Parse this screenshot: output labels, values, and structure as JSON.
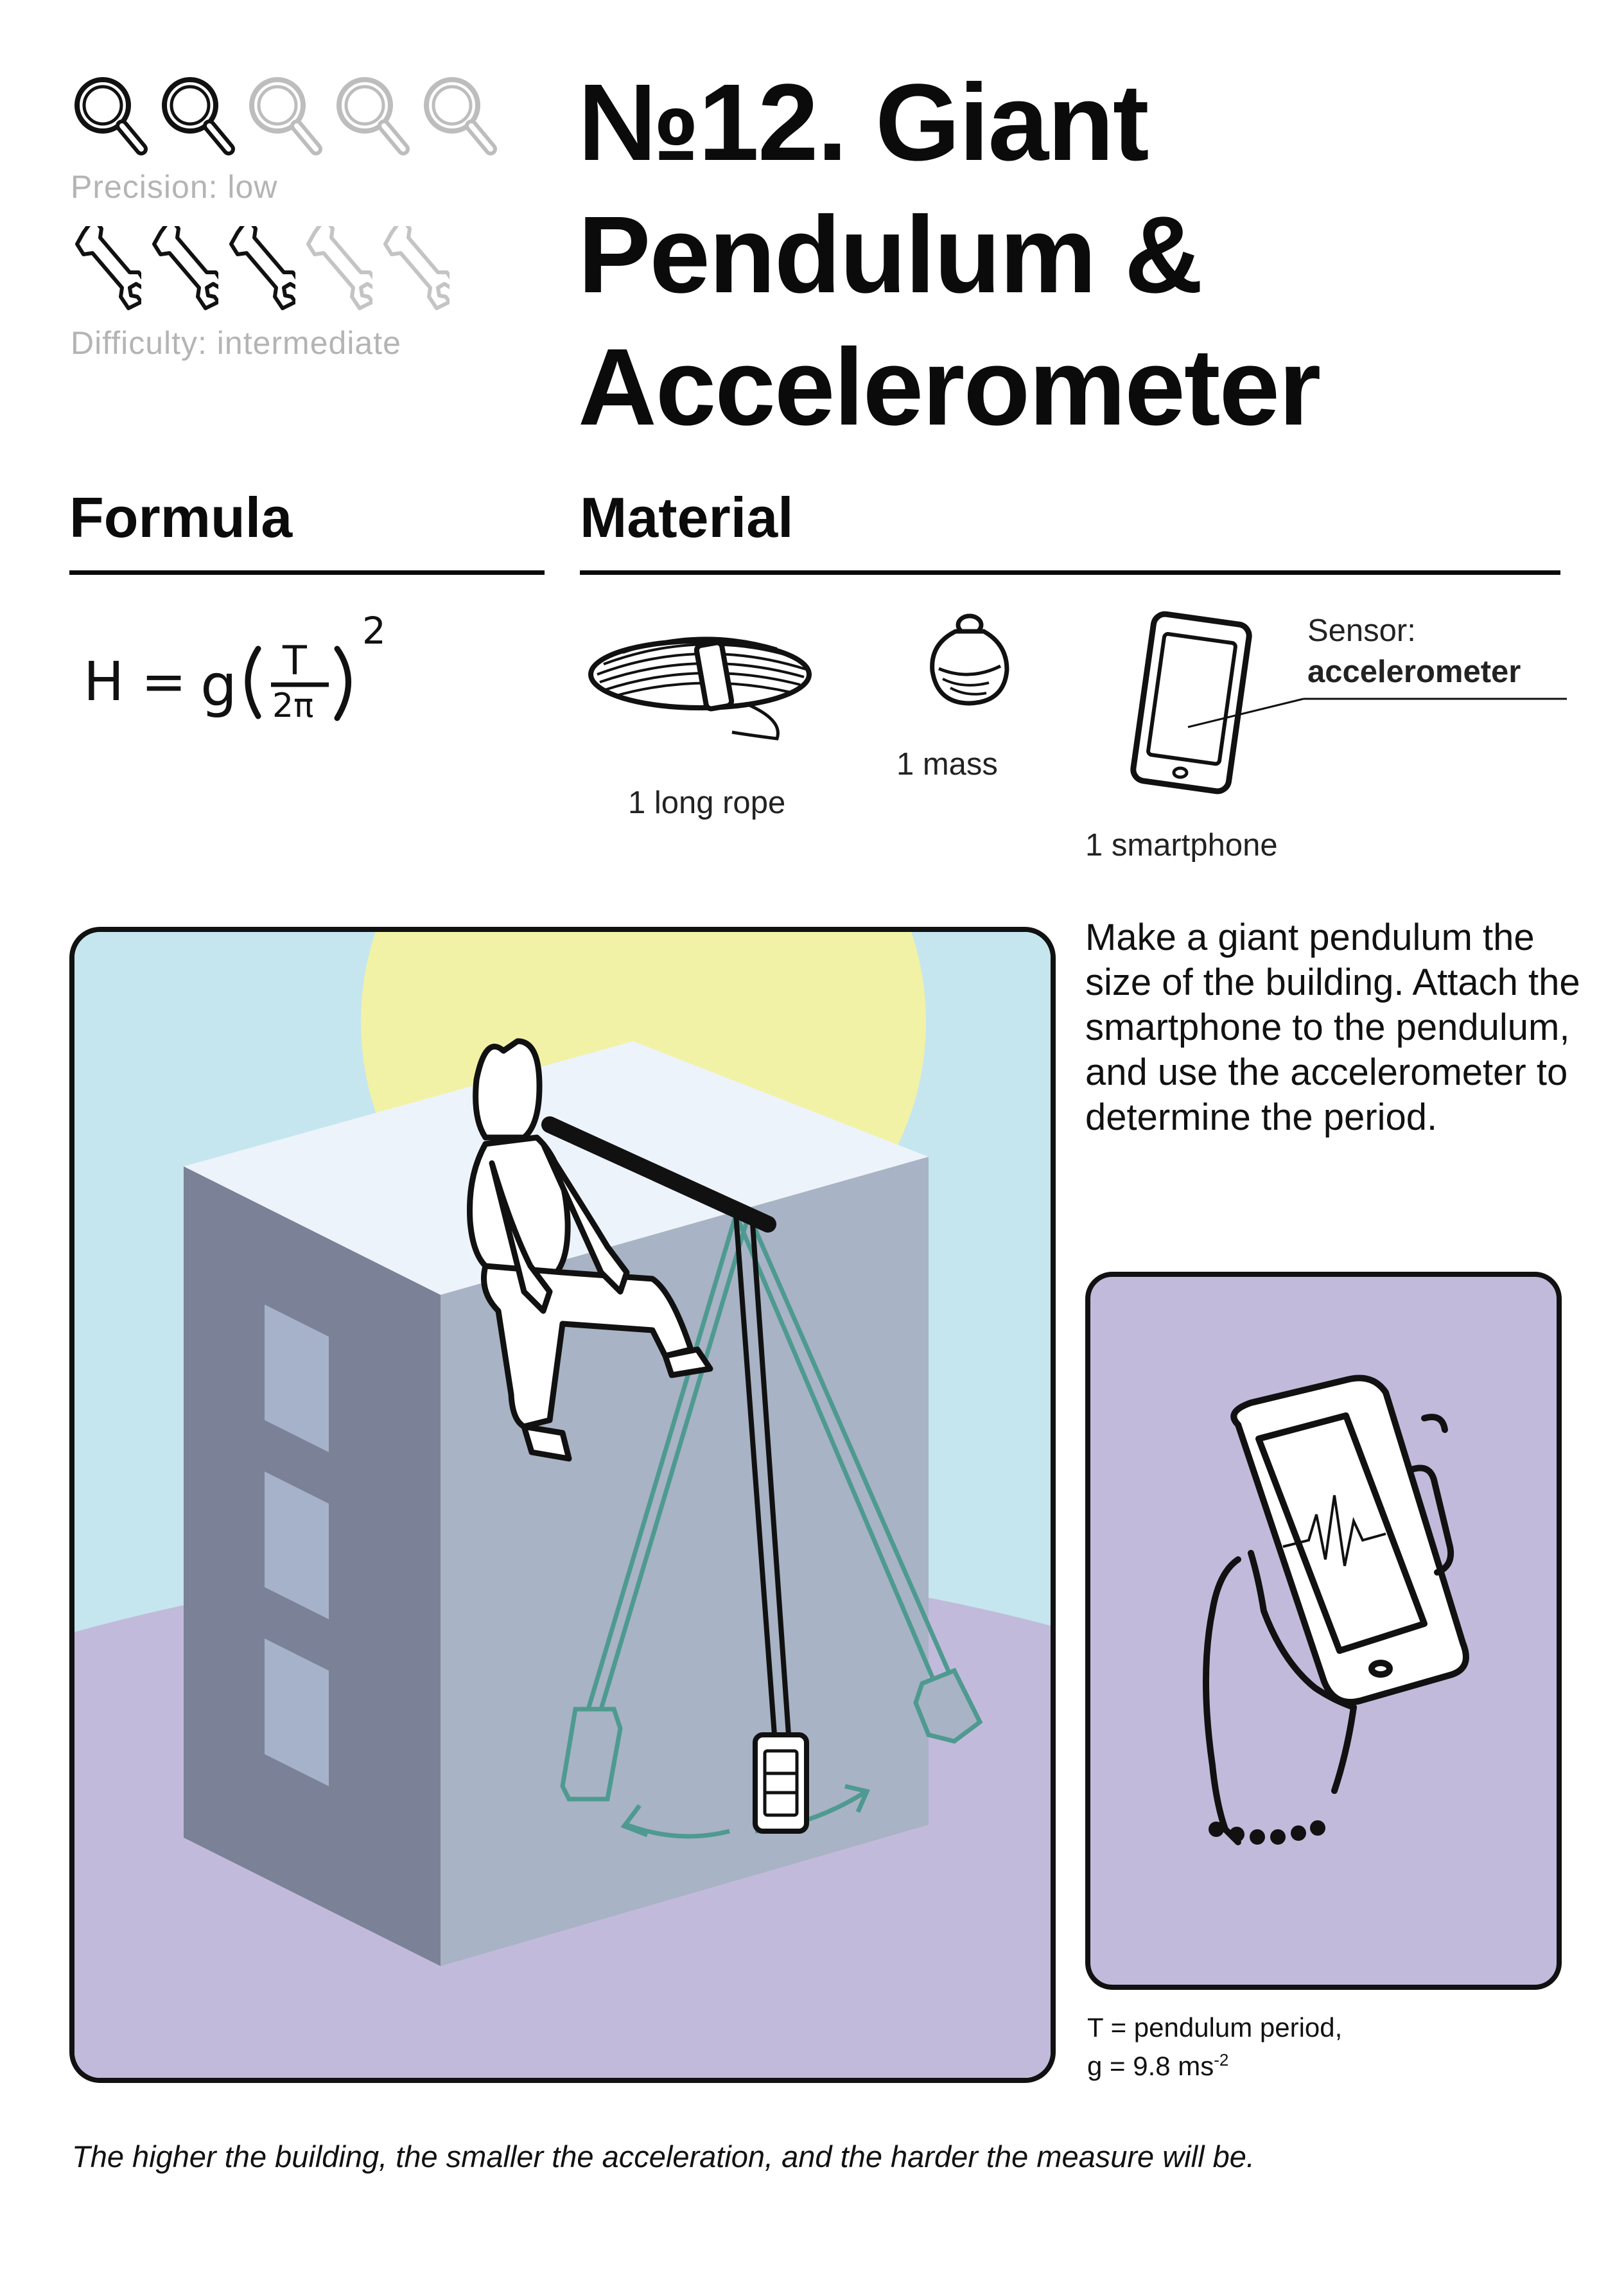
{
  "ratings": {
    "precision": {
      "label": "Precision: low",
      "value": 2,
      "max": 5
    },
    "difficulty": {
      "label": "Difficulty: intermediate",
      "value": 3,
      "max": 5
    },
    "icons": {
      "precision": "magnifier-icon",
      "difficulty": "wrench-icon"
    },
    "colors": {
      "active": "#111111",
      "inactive": "#bdbdbd"
    }
  },
  "title": {
    "line1": "№12. Giant",
    "line2": "Pendulum &",
    "line3": "Accelerometer"
  },
  "sections": {
    "formula": "Formula",
    "material": "Material"
  },
  "formula": {
    "lhs": "H =",
    "g": "g",
    "numerator": "T",
    "denominator": "2π",
    "exponent": "2"
  },
  "materials": [
    {
      "label": "1 long rope",
      "icon": "rope-icon"
    },
    {
      "label": "1 mass",
      "icon": "mass-icon"
    },
    {
      "label": "1 smartphone",
      "icon": "smartphone-icon"
    }
  ],
  "sensor": {
    "label": "Sensor:",
    "name": "accelerometer"
  },
  "description": "Make a giant pendulum the size of the building. Attach the smartphone to the pendulum, and use the accelerometer to determine the period.",
  "legend": {
    "line1": "T = pendulum period,",
    "line2_prefix": "g = 9.8 ms",
    "line2_exp": "-2"
  },
  "footer": "The higher the building, the smaller the acceleration, and the harder the measure will be.",
  "colors": {
    "sky": "#c5e6ee",
    "sun": "#f2f2a6",
    "ground": "#c2badb",
    "building_top": "#edf3fa",
    "building_left": "#7b8196",
    "building_right": "#a8b3c5",
    "window": "#a6b2c9",
    "swing": "#4e9a90",
    "phone_panel": "#c2badb"
  }
}
